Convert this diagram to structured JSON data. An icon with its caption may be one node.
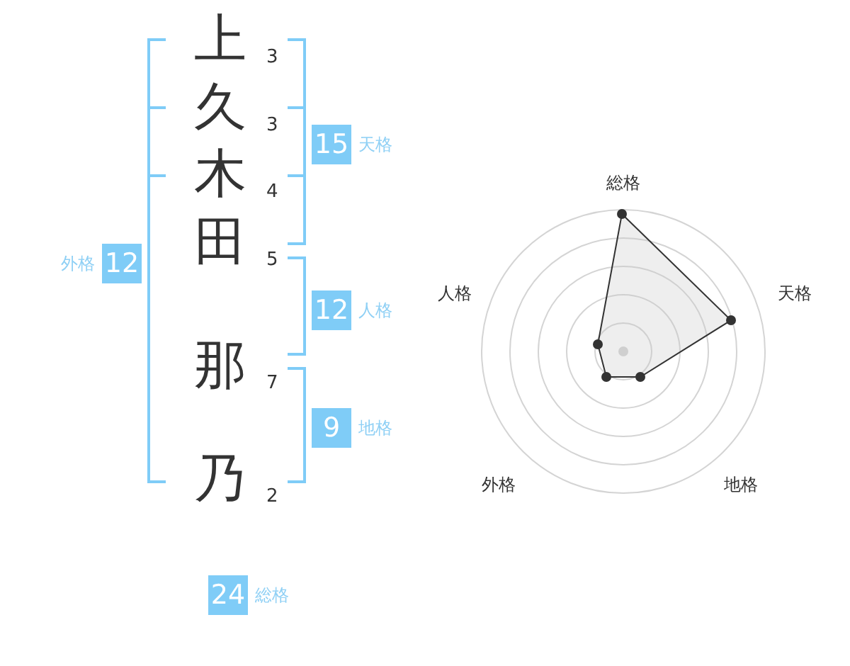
{
  "diagram": {
    "nodes": [
      {
        "text": [
          "15"
        ],
        "beside": [
          "天格"
        ]
      },
      {
        "text": [
          "12"
        ],
        "beside": [
          "外格"
        ]
      },
      {
        "text": [
          "12"
        ],
        "beside": [
          "人格"
        ]
      },
      {
        "text": [
          "9"
        ],
        "beside": [
          "地格"
        ]
      },
      {
        "text": [
          "24"
        ],
        "beside": [
          "総格"
        ]
      }
    ],
    "labels": [
      "上",
      "3",
      "久",
      "3",
      "木",
      "4",
      "田",
      "5",
      "那",
      "7",
      "乃",
      "2",
      "総格",
      "人格",
      "天格",
      "外格",
      "地格"
    ]
  }
}
